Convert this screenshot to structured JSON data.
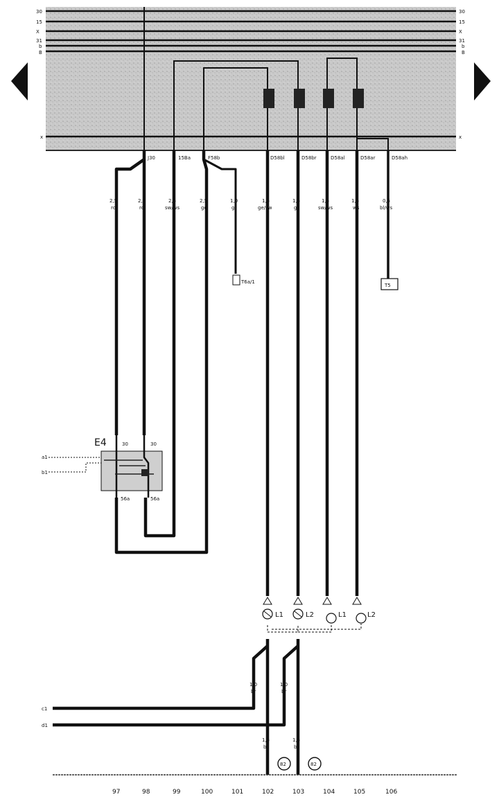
{
  "top_rails": [
    "30",
    "15",
    "X",
    "31",
    "b",
    "B"
  ],
  "lower_rail": "x",
  "connectors": [
    "J30",
    "15Ba",
    "F58b",
    "D58bl",
    "D58br",
    "D58al",
    "D58ar",
    "D58ah"
  ],
  "wires": [
    {
      "gauge": "2,5",
      "color": "ro"
    },
    {
      "gauge": "2,5",
      "color": "ro"
    },
    {
      "gauge": "2,5",
      "color": "sw/ws"
    },
    {
      "gauge": "2,5",
      "color": "ge"
    },
    {
      "gauge": "1,0",
      "color": "gr"
    },
    {
      "gauge": "1,5",
      "color": "ge/sw"
    },
    {
      "gauge": "1,5",
      "color": "gr"
    },
    {
      "gauge": "1,5",
      "color": "sw/ws"
    },
    {
      "gauge": "1,5",
      "color": "ws"
    },
    {
      "gauge": "0,5",
      "color": "bl/ws"
    }
  ],
  "terminal_labels": [
    "T6a/1",
    "T5"
  ],
  "switch": {
    "label": "E4",
    "pin_top_left": "30",
    "pin_top_right": "30",
    "pin_bottom_left": "56a",
    "pin_bottom_right": "56a",
    "side_inputs": [
      "a1",
      "b1"
    ]
  },
  "lamps": [
    "L1",
    "L2",
    "L1",
    "L2"
  ],
  "ground_wires": [
    {
      "gauge": "1,0",
      "color": "br"
    },
    {
      "gauge": "1,0",
      "color": "br"
    }
  ],
  "bottom_inputs": [
    "c1",
    "d1"
  ],
  "ground_wires_lower": [
    {
      "gauge": "1,5",
      "color": "br"
    },
    {
      "gauge": "1,5",
      "color": "br"
    }
  ],
  "ground_points": [
    "82",
    "82"
  ],
  "track_numbers": [
    "97",
    "98",
    "99",
    "100",
    "101",
    "102",
    "103",
    "104",
    "105",
    "106"
  ]
}
